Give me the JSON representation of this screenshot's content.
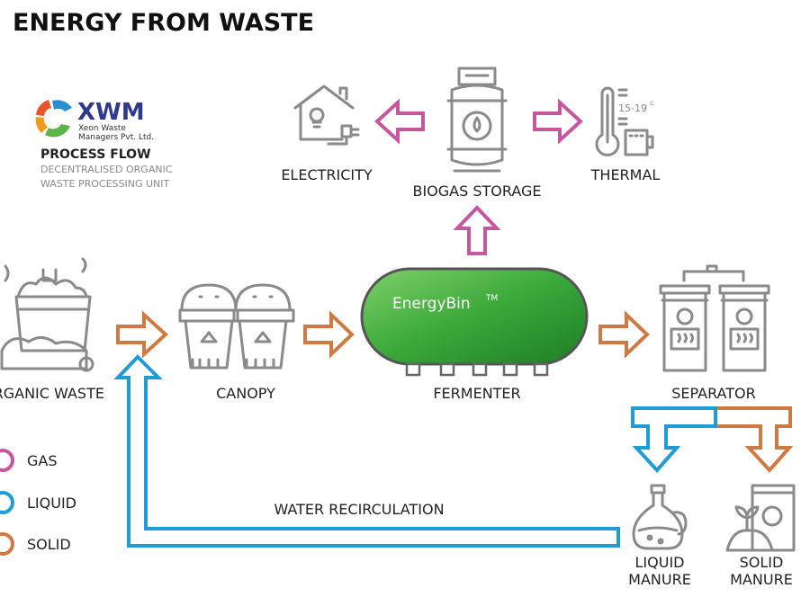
{
  "title": "ENERGY FROM WASTE",
  "logo": {
    "mark": "XWM",
    "company_line1": "Xeon Waste",
    "company_line2": "Managers Pvt. Ltd."
  },
  "heading": "PROCESS FLOW",
  "subheading_line1": "DECENTRALISED ORGANIC",
  "subheading_line2": "WASTE PROCESSING UNIT",
  "nodes": {
    "electricity": "ELECTRICITY",
    "biogas_storage": "BIOGAS STORAGE",
    "thermal": "THERMAL",
    "thermal_temp": "15-19",
    "thermal_unit": "c",
    "organic_waste": "ORGANIC WASTE",
    "canopy": "CANOPY",
    "fermenter": "FERMENTER",
    "fermenter_brand": "EnergyBin",
    "fermenter_tm": "TM",
    "separator": "SEPARATOR",
    "liquid_manure_1": "LIQUID",
    "liquid_manure_2": "MANURE",
    "solid_manure_1": "SOLID",
    "solid_manure_2": "MANURE"
  },
  "flow_label": "WATER RECIRCULATION",
  "legend": [
    {
      "label": "GAS",
      "color": "#c6579f"
    },
    {
      "label": "LIQUID",
      "color": "#1f9bd7"
    },
    {
      "label": "SOLID",
      "color": "#cf7a43"
    }
  ],
  "colors": {
    "gas": "#c6579f",
    "liquid": "#1f9bd7",
    "solid": "#cf7a43",
    "fermenter": "#3aa83a",
    "icon": "#8a8a8a"
  }
}
